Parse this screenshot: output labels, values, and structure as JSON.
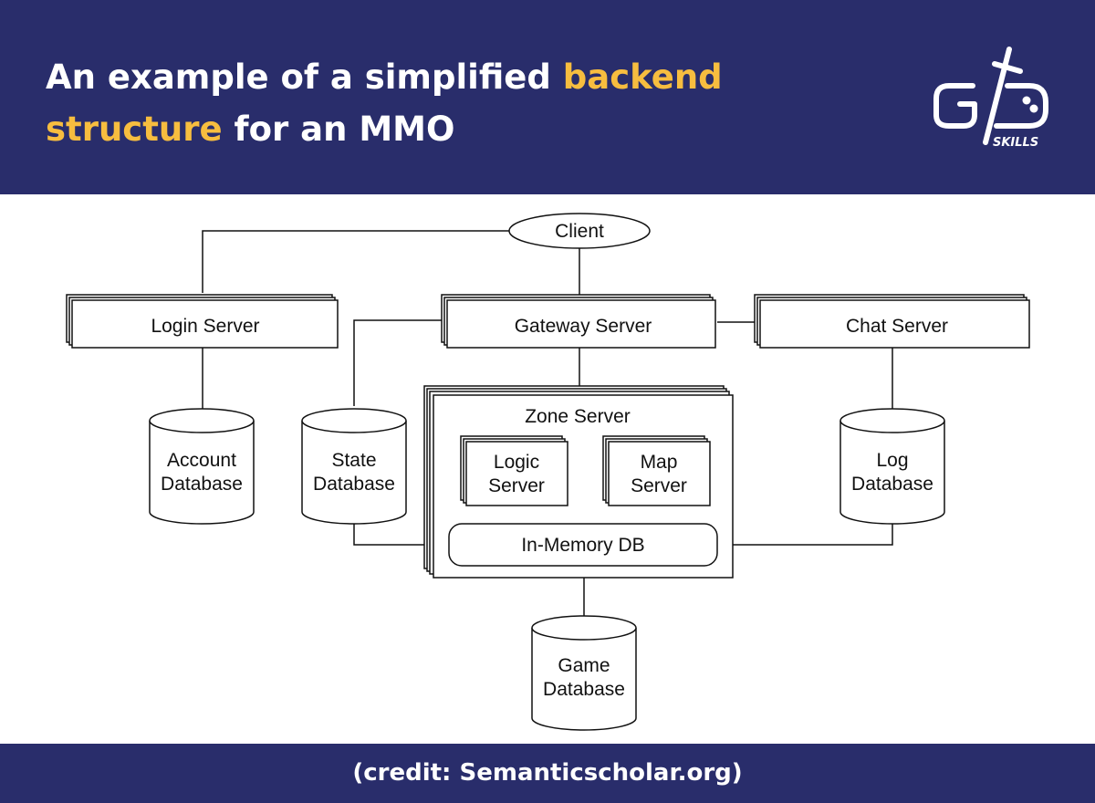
{
  "header": {
    "title_part1": "An example of a simplified ",
    "title_highlight_1": "backend",
    "title_highlight_2": "structure",
    "title_part2": " for an MMO",
    "logo_text": "SKILLS",
    "logo_icon": "gd-skills-logo-icon"
  },
  "colors": {
    "banner": "#292d6b",
    "highlight": "#f7bd3f",
    "text_light": "#ffffff"
  },
  "diagram": {
    "client": "Client",
    "login_server": "Login Server",
    "gateway_server": "Gateway Server",
    "chat_server": "Chat Server",
    "zone_server": "Zone Server",
    "logic_server": [
      "Logic",
      "Server"
    ],
    "map_server": [
      "Map",
      "Server"
    ],
    "in_memory_db": "In-Memory DB",
    "account_db": [
      "Account",
      "Database"
    ],
    "state_db": [
      "State",
      "Database"
    ],
    "log_db": [
      "Log",
      "Database"
    ],
    "game_db": [
      "Game",
      "Database"
    ]
  },
  "footer": {
    "credit": "(credit: Semanticscholar.org)"
  }
}
